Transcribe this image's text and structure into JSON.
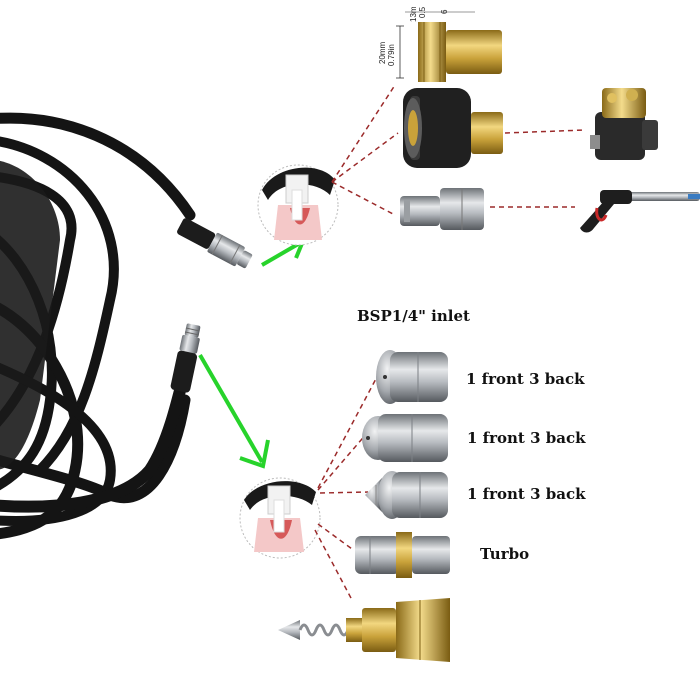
{
  "labels": {
    "inlet": "BSP1/4\" inlet",
    "nozzle_1": "1 front 3 back",
    "nozzle_2": "1 front 3 back",
    "nozzle_3": "1 front 3 back",
    "nozzle_4": "Turbo"
  },
  "dimensions": {
    "height_mm": "20mm",
    "height_in": "0.79in",
    "width_mm": "13m",
    "width_in": "0.5",
    "width_extra": "6"
  },
  "colors": {
    "hose": "#141414",
    "steel": "#a9adb2",
    "brass": "#c9a23a",
    "arrow_green": "#27d32b",
    "dash_red": "#9b2a2a"
  }
}
